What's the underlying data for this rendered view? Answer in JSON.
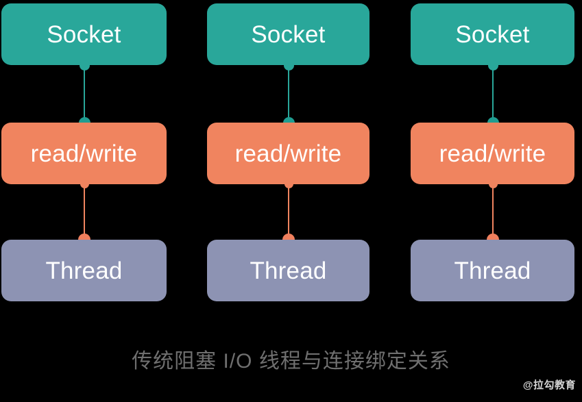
{
  "background_color": "#000000",
  "colors": {
    "socket": "#29a79a",
    "readwrite": "#f0845f",
    "thread": "#8d93b3",
    "label_text": "#ffffff",
    "caption_text": "#6f6f6f",
    "watermark_text": "#e8e8e8",
    "connector_teal": "#29a79a",
    "connector_orange": "#f0845f"
  },
  "diagram": {
    "type": "flow-columns",
    "row_labels": [
      "Socket",
      "read/write",
      "Thread"
    ],
    "column_count": 3,
    "columns": [
      {
        "index": 0,
        "socket": {
          "label": "Socket"
        },
        "readwrite": {
          "label": "read/write"
        },
        "thread": {
          "label": "Thread"
        },
        "connectors": [
          {
            "from": "socket",
            "to": "readwrite",
            "color": "#29a79a"
          },
          {
            "from": "readwrite",
            "to": "thread",
            "color": "#f0845f"
          }
        ]
      },
      {
        "index": 1,
        "socket": {
          "label": "Socket"
        },
        "readwrite": {
          "label": "read/write"
        },
        "thread": {
          "label": "Thread"
        },
        "connectors": [
          {
            "from": "socket",
            "to": "readwrite",
            "color": "#29a79a"
          },
          {
            "from": "readwrite",
            "to": "thread",
            "color": "#f0845f"
          }
        ]
      },
      {
        "index": 2,
        "socket": {
          "label": "Socket"
        },
        "readwrite": {
          "label": "read/write"
        },
        "thread": {
          "label": "Thread"
        },
        "connectors": [
          {
            "from": "socket",
            "to": "readwrite",
            "color": "#29a79a"
          },
          {
            "from": "readwrite",
            "to": "thread",
            "color": "#f0845f"
          }
        ]
      }
    ]
  },
  "caption": "传统阻塞 I/O 线程与连接绑定关系",
  "watermark": "@拉勾教育"
}
